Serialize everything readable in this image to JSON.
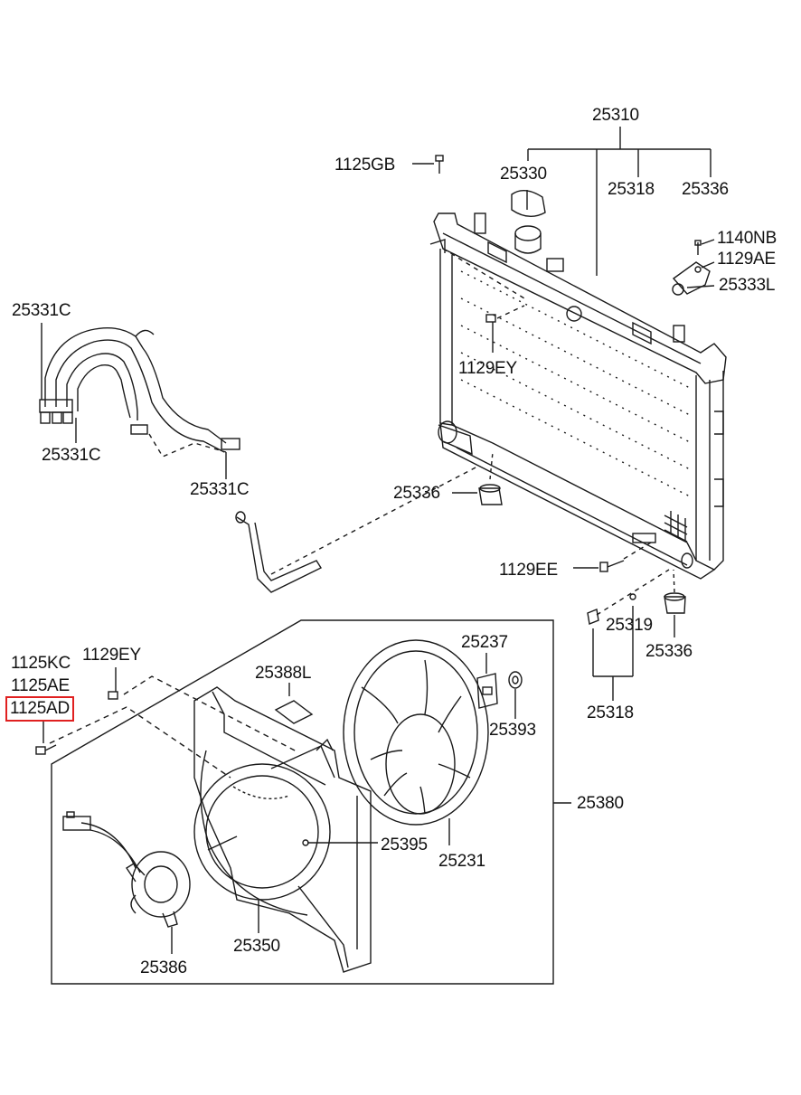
{
  "labels": {
    "p25310": "25310",
    "p25330": "25330",
    "p25318_top": "25318",
    "p25336_top": "25336",
    "p1125GB": "1125GB",
    "p1140NB": "1140NB",
    "p1129AE": "1129AE",
    "p25333L": "25333L",
    "p1129EY_top": "1129EY",
    "p25331C_a": "25331C",
    "p25331C_b": "25331C",
    "p25331C_c": "25331C",
    "p25336_mid": "25336",
    "p1129EE": "1129EE",
    "p25319": "25319",
    "p25336_low": "25336",
    "p25318_low": "25318",
    "p1125KC": "1125KC",
    "p1129EY_low": "1129EY",
    "p1125AE": "1125AE",
    "p1125AD": "1125AD",
    "p25388L": "25388L",
    "p25237": "25237",
    "p25393": "25393",
    "p25380": "25380",
    "p25395": "25395",
    "p25231": "25231",
    "p25350": "25350",
    "p25386": "25386"
  },
  "highlight": {
    "label": "1125AD",
    "color": "#e02020"
  },
  "icons": [
    "radiator",
    "radiator-cap",
    "hose",
    "fan-shroud",
    "fan-blade",
    "fan-motor",
    "bolt"
  ]
}
